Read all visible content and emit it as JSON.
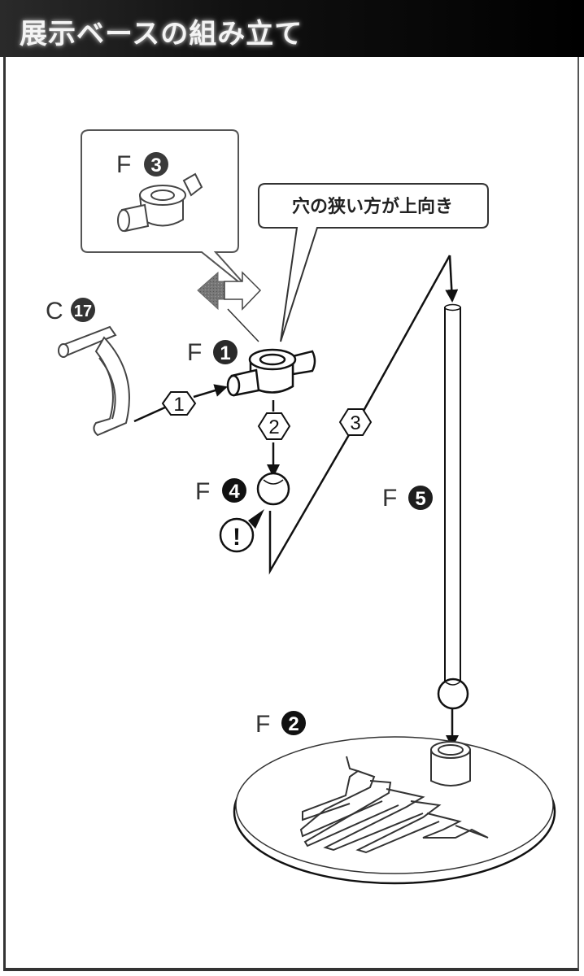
{
  "header": {
    "title": "展示ベースの組み立て"
  },
  "parts": {
    "f3": {
      "letter": "F",
      "number": "3"
    },
    "c17": {
      "letter": "C",
      "number": "17"
    },
    "f1": {
      "letter": "F",
      "number": "1"
    },
    "f4": {
      "letter": "F",
      "number": "4"
    },
    "f5": {
      "letter": "F",
      "number": "5"
    },
    "f2": {
      "letter": "F",
      "number": "2"
    }
  },
  "steps": [
    "1",
    "2",
    "3"
  ],
  "callout": {
    "text": "穴の狭い方が上向き"
  },
  "caution": {
    "symbol": "!"
  },
  "colors": {
    "header_bg": "#000000",
    "ink": "#222222",
    "badge": "#1a1a1a"
  }
}
